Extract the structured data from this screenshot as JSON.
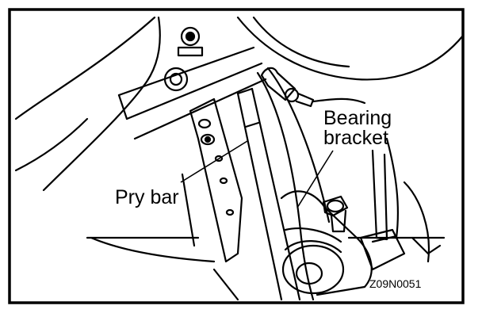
{
  "figure": {
    "labels": {
      "pry_bar": "Pry bar",
      "bearing_line1": "Bearing",
      "bearing_line2": "bracket"
    },
    "code": "Z09N0051"
  },
  "colors": {
    "ink": "#000000",
    "paper": "#ffffff"
  }
}
